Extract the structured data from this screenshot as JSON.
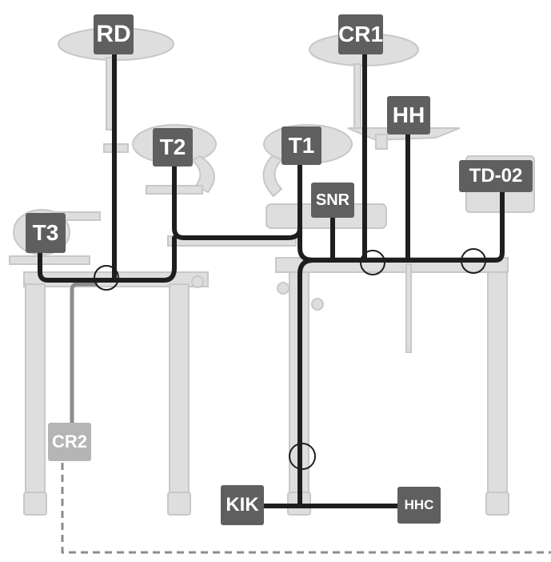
{
  "pads": {
    "rd": "RD",
    "cr1": "CR1",
    "hh": "HH",
    "t2": "T2",
    "t1": "T1",
    "td02": "TD-02",
    "snr": "SNR",
    "t3": "T3",
    "cr2": "CR2",
    "kik": "KIK",
    "hhc": "HHC"
  },
  "colors": {
    "cable": "#1e1e1e",
    "rack": "#dcdcdc",
    "rack_edge": "#c4c4c4",
    "label_bg": "#5f5f5f",
    "label_dim_bg": "#b5b5b5",
    "dashed": "#8c8c8c"
  }
}
